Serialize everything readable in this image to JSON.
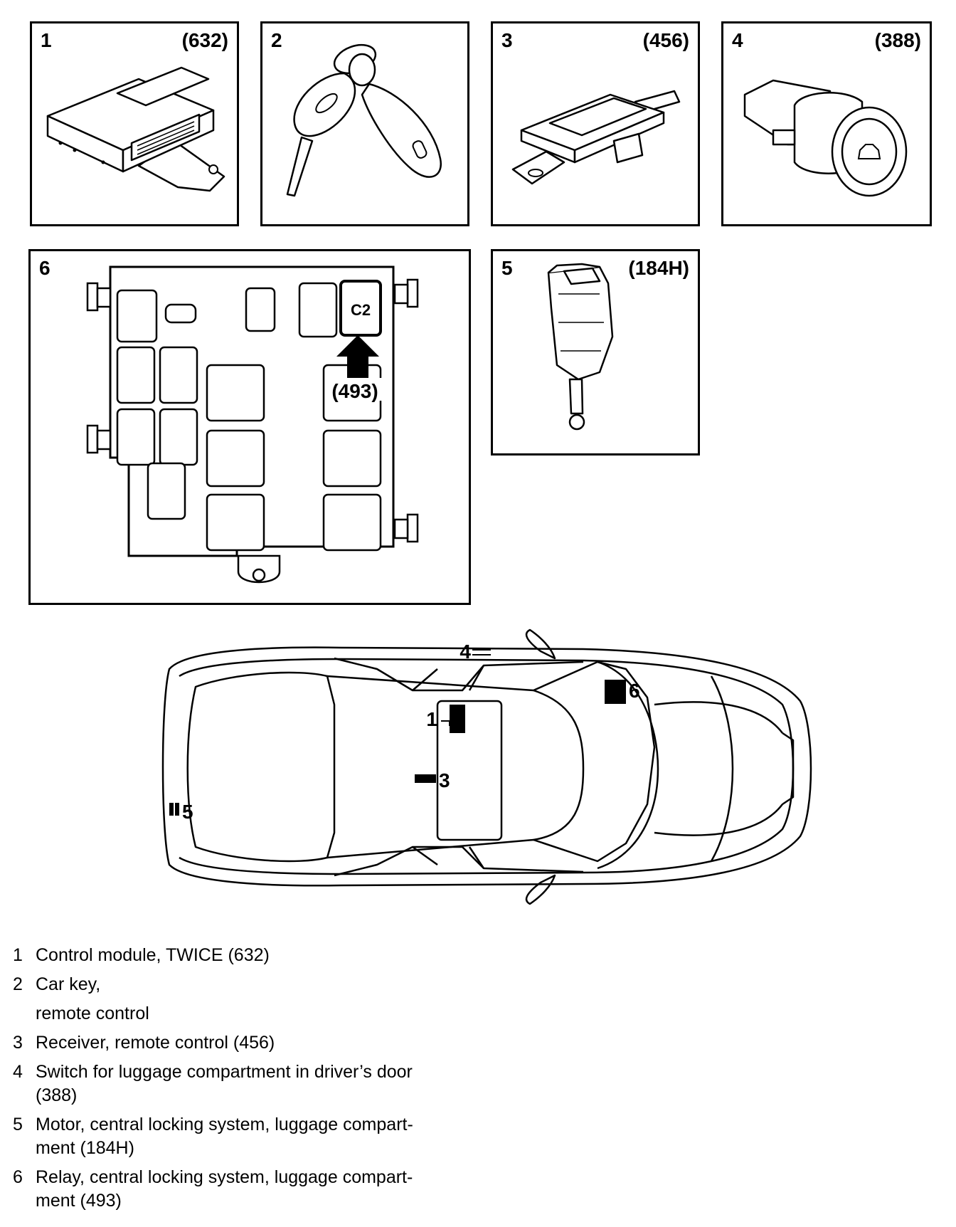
{
  "panels": [
    {
      "num": "1",
      "code": "(632)"
    },
    {
      "num": "2",
      "code": ""
    },
    {
      "num": "3",
      "code": "(456)"
    },
    {
      "num": "4",
      "code": "(388)"
    },
    {
      "num": "6",
      "code": ""
    },
    {
      "num": "5",
      "code": "(184H)"
    }
  ],
  "relay_box": {
    "socket_label": "C2",
    "arrow_label": "(493)"
  },
  "car_callouts": {
    "c1": "1",
    "c3": "3",
    "c4": "4",
    "c5": "5",
    "c6": "6"
  },
  "legend": [
    {
      "num": "1",
      "text": "Control module, TWICE (632)"
    },
    {
      "num": "2",
      "line1": "Car key,",
      "line2": "remote control"
    },
    {
      "num": "3",
      "text": "Receiver, remote control (456)"
    },
    {
      "num": "4",
      "line1": "Switch for luggage compartment in driver’s door",
      "line2": "(388)"
    },
    {
      "num": "5",
      "line1": "Motor, central locking system, luggage compart-",
      "line2": "ment (184H)"
    },
    {
      "num": "6",
      "line1": "Relay, central locking system, luggage compart-",
      "line2": "ment (493)"
    }
  ]
}
